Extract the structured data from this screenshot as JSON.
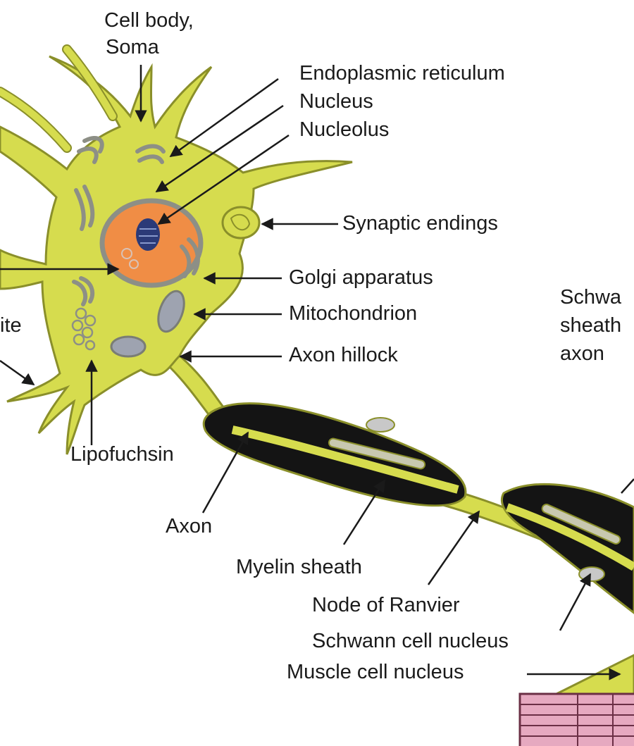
{
  "labels": {
    "cell_body": "Cell body,",
    "soma": "Soma",
    "endoplasmic_reticulum": "Endoplasmic reticulum",
    "nucleus": "Nucleus",
    "nucleolus": "Nucleolus",
    "synaptic_endings": "Synaptic endings",
    "golgi_apparatus": "Golgi apparatus",
    "mitochondrion": "Mitochondrion",
    "axon_hillock": "Axon hillock",
    "dendrite_partial": "ite",
    "schwann_sheath_line1": "Schwa",
    "schwann_sheath_line2": "sheath",
    "schwann_sheath_line3": "axon",
    "lipofuchsin": "Lipofuchsin",
    "axon": "Axon",
    "myelin_sheath": "Myelin sheath",
    "node_of_ranvier": "Node of Ranvier",
    "schwann_cell_nucleus": "Schwann cell nucleus",
    "muscle_cell_nucleus": "Muscle cell nucleus"
  },
  "colors": {
    "cytoplasm": "#d6dc4e",
    "outline": "#8a8f2a",
    "nucleus": "#f08d45",
    "nucleolus": "#2b3a78",
    "organelle": "#8d8f86",
    "myelin": "#141414",
    "muscle": "#e6a9c0"
  }
}
